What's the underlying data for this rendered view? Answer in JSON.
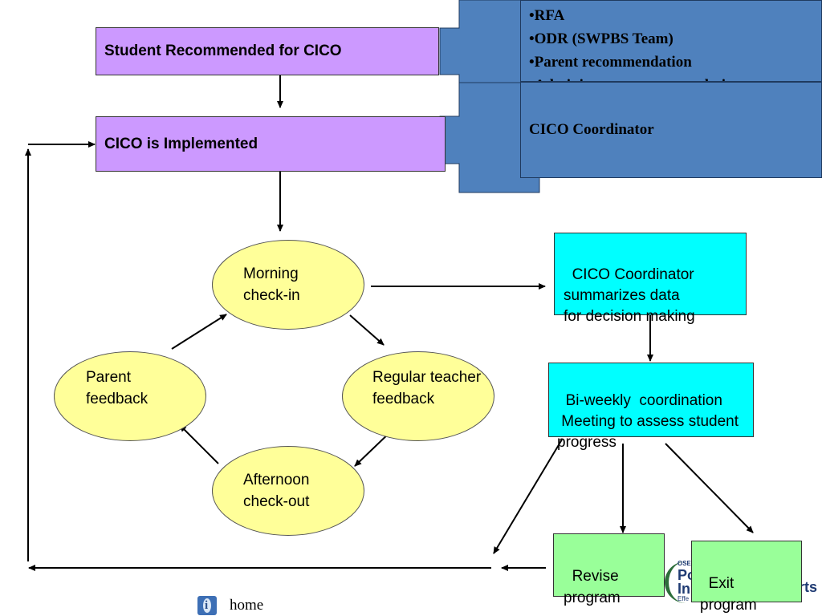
{
  "boxes": {
    "recommended": "Student Recommended for CICO",
    "implemented": "CICO is Implemented"
  },
  "callouts": {
    "referral_items": [
      "•RFA",
      "•ODR (SWPBS Team)",
      "•Parent recommendation",
      "•Administrator recommendation"
    ],
    "coordinator": "CICO Coordinator"
  },
  "cycle": {
    "morning": "Morning\ncheck-in",
    "teacher": "Regular teacher\nfeedback",
    "afternoon": "Afternoon\ncheck-out",
    "parent": "Parent\nfeedback"
  },
  "flow": {
    "summarize": "CICO Coordinator\nsummarizes data\nfor decision making",
    "biweekly": "Bi-weekly  coordination\n Meeting to assess student\nprogress",
    "revise": "Revise\nprogram",
    "exit": "Exit\nprogram"
  },
  "footer": {
    "home_label": "home",
    "logo_partial": [
      "OSE",
      "Po",
      "In",
      "Effe",
      "rts"
    ]
  },
  "colors": {
    "purple": "#cc99ff",
    "blue": "#4f81bd",
    "yellow": "#ffff99",
    "cyan": "#00ffff",
    "green": "#99ff99"
  }
}
